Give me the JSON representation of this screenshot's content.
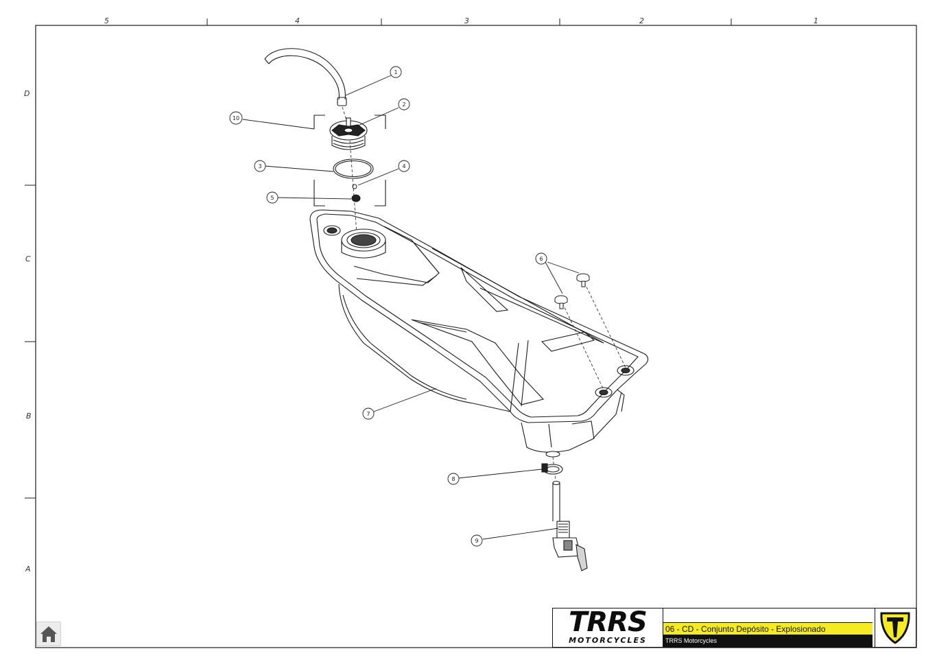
{
  "frame": {
    "columns": [
      "5",
      "4",
      "3",
      "2",
      "1"
    ],
    "rows": [
      "D",
      "C",
      "B",
      "A"
    ]
  },
  "callouts": [
    "1",
    "2",
    "3",
    "4",
    "5",
    "6",
    "7",
    "8",
    "9",
    "10"
  ],
  "title_block": {
    "logo_main": "TRRS",
    "logo_sub": "MOTORCYCLES",
    "title": "06 - CD - Conjunto Depósito - Explosionado",
    "company": "TRRS Motorcycles"
  },
  "colors": {
    "title_bar": "#f4eb22",
    "emblem_fill": "#f4eb22",
    "line": "#1a1a1a"
  },
  "icons": {
    "home": "home-icon",
    "emblem": "trrs-shield-icon"
  }
}
